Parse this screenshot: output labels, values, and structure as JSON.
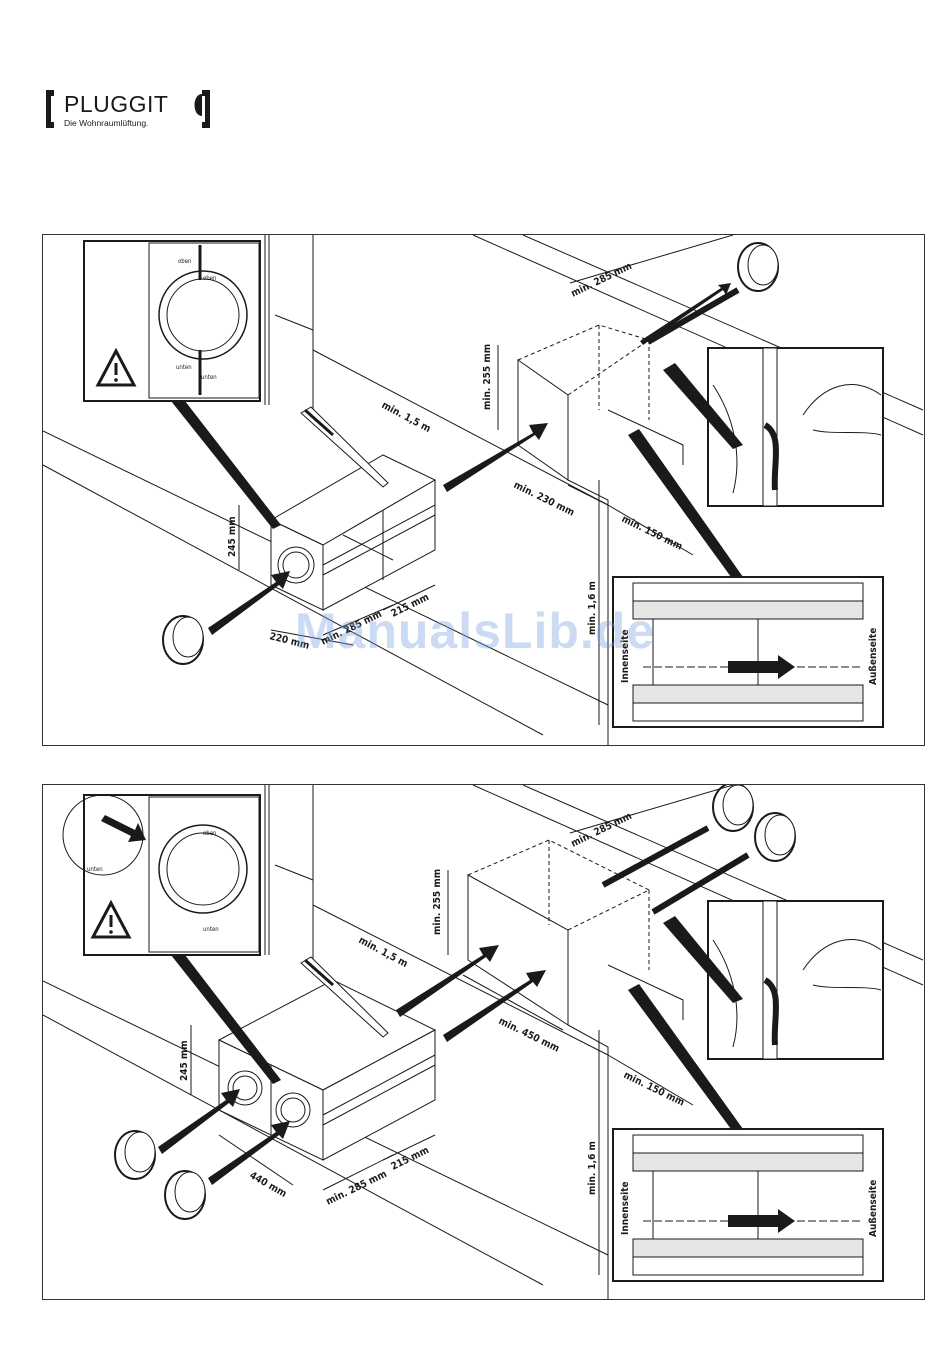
{
  "logo": {
    "brand": "PLUGGIT",
    "tagline": "Die Wohnraumlüftung."
  },
  "figure_1": {
    "warning_label_top": "oben",
    "warning_label_bottom": "unten",
    "dim_min_285": "min. 285 mm",
    "dim_min_255": "min. 255 mm",
    "dim_min_1_5": "min. 1,5 m",
    "dim_min_230": "min. 230 mm",
    "dim_min_150": "min. 150 mm",
    "dim_245": "245 mm",
    "dim_220": "220 mm",
    "dim_min_285_bottom": "min. 285 mm",
    "dim_215": "215 mm",
    "dim_min_1_6": "min. 1,6 m",
    "section_inner_label": "Innenseite",
    "section_outer_label": "Außenseite"
  },
  "figure_2": {
    "warning_label_top": "oben",
    "warning_label_bottom": "unten",
    "dim_min_285": "min. 285 mm",
    "dim_min_255": "min. 255 mm",
    "dim_min_1_5": "min. 1,5 m",
    "dim_min_450": "min. 450 mm",
    "dim_min_150": "min. 150 mm",
    "dim_245": "245 mm",
    "dim_440": "440 mm",
    "dim_min_285_bottom": "min. 285 mm",
    "dim_215": "215 mm",
    "dim_min_1_6": "min. 1,6 m",
    "section_inner_label": "Innenseite",
    "section_outer_label": "Außenseite"
  },
  "watermark": "ManualsLib.de",
  "colors": {
    "line": "#1a1a1a",
    "watermark": "#78a0e1"
  }
}
